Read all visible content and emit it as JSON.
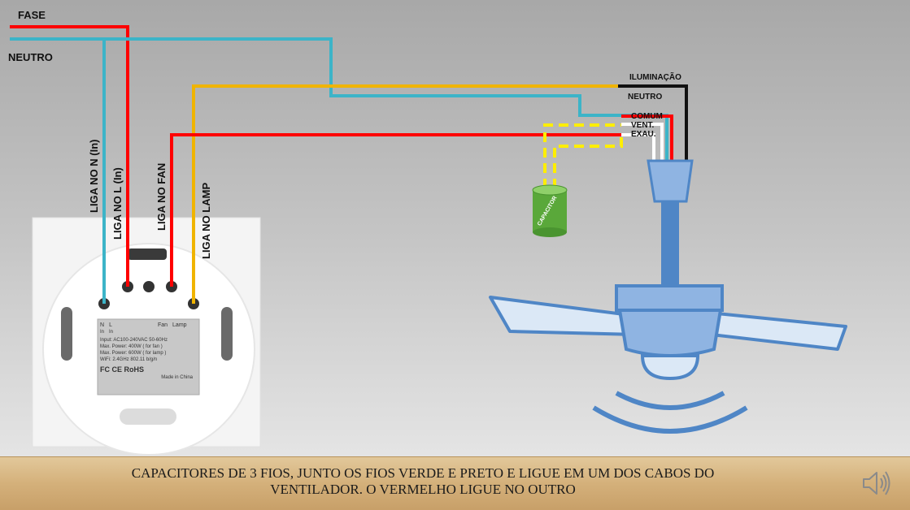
{
  "wire_labels": {
    "fase": "FASE",
    "neutro": "NEUTRO"
  },
  "switch_labels": {
    "n_in": "LIGA NO N (In)",
    "l_in": "LIGA NO L (In)",
    "fan": "LIGA NO FAN",
    "lamp": "LIGA NO LAMP"
  },
  "switch_back_label": {
    "terminals": [
      "N",
      "L",
      "Fan",
      "Lamp"
    ],
    "terminal_sub": [
      "In",
      "In"
    ],
    "lines": [
      "Input: AC100-240VAC 50-60Hz",
      "Max. Power: 400W ( for fan )",
      "Max. Power: 600W ( for lamp )",
      "WiFi: 2.4GHz 802.11 b/g/n"
    ],
    "marks": "FC  CE  RoHS",
    "made_in": "Made in China"
  },
  "fan_wire_labels": {
    "iluminacao": "ILUMINAÇÃO",
    "neutro": "NEUTRO",
    "comum": "COMUM",
    "vent": "VENT.",
    "exau": "EXAU."
  },
  "capacitor_label": "CAPACITOR",
  "caption": {
    "line1": "CAPACITORES DE 3 FIOS, JUNTO OS FIOS VERDE E PRETO E LIGUE EM UM DOS CABOS DO",
    "line2": "VENTILADOR.  O VERMELHO  LIGUE NO OUTRO"
  },
  "colors": {
    "fase": "#ff0000",
    "neutro": "#3cb4c8",
    "lamp": "#f0b400",
    "capacitor_wire": "#ffee00",
    "ground": "#111111",
    "white_wire": "#ffffff",
    "fan": "#4f86c6",
    "capacitor": "#5aa83a"
  },
  "icons": {
    "speaker": "speaker-icon"
  }
}
